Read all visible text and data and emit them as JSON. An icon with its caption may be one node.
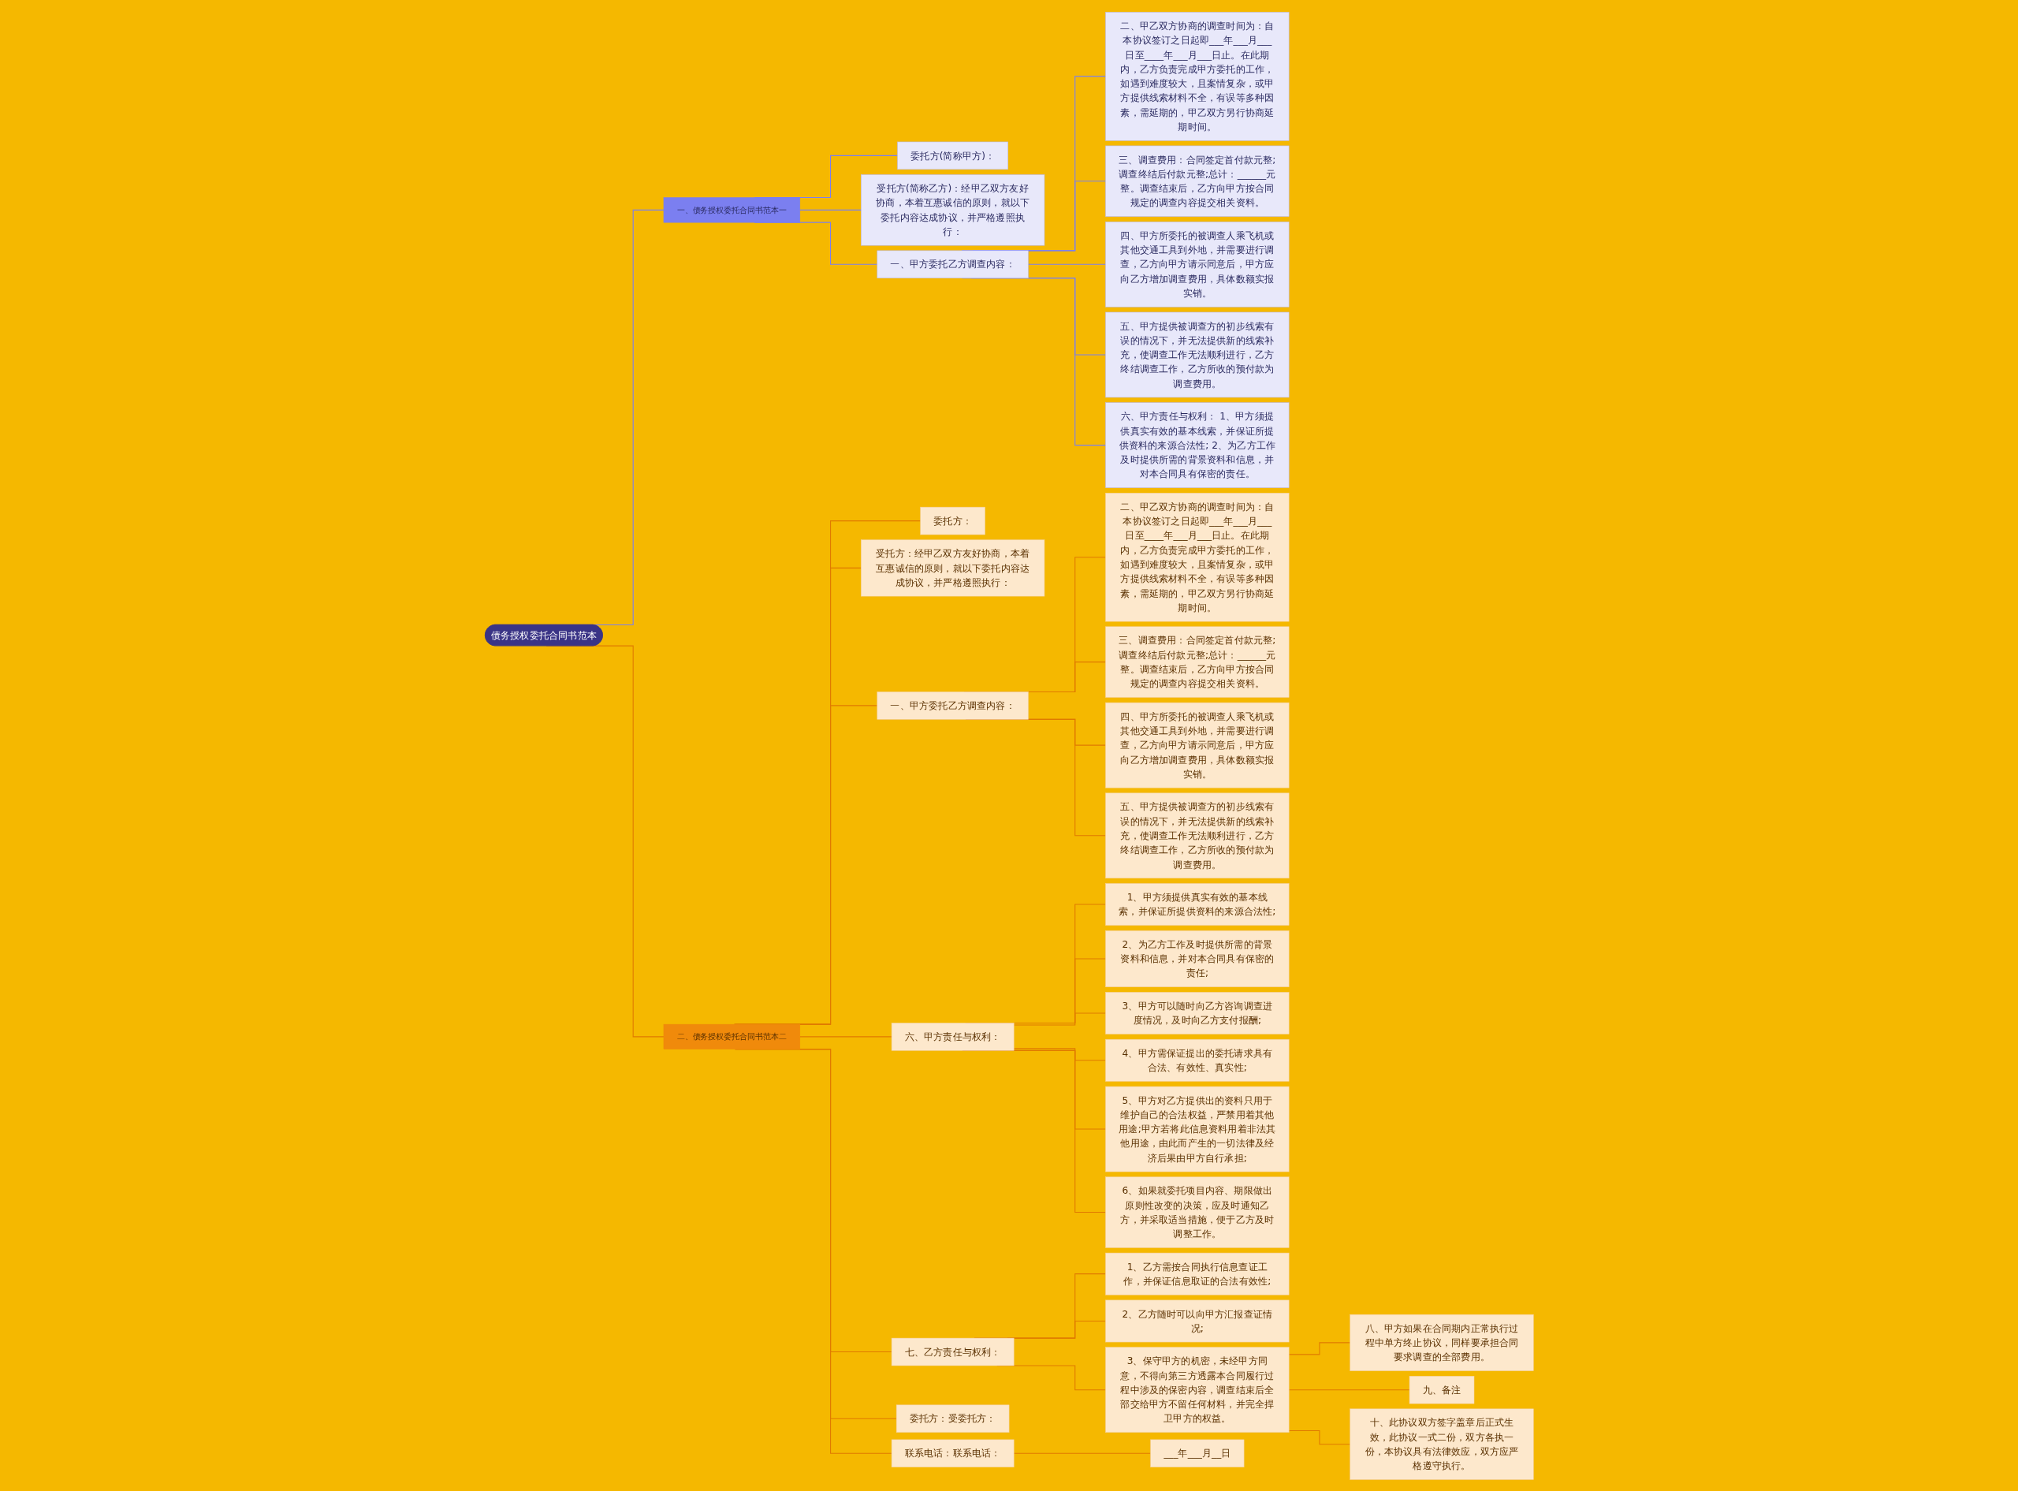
{
  "diagram": {
    "nodes": [
      {
        "text": [
          "债务授权委托合同书范本"
        ]
      },
      {
        "text": [
          "一、债务授权委托合同书范本一"
        ]
      },
      {
        "text": [
          "委托方(简称甲方)："
        ]
      },
      {
        "text": [
          "受托方(简称乙方)：经甲乙双方友好协商，本着互惠诚信的原则，就以下委托内容达成协议，并严格遵照执行："
        ]
      },
      {
        "text": [
          "一、甲方委托乙方调查内容："
        ]
      },
      {
        "text": [
          "二、甲乙双方协商的调查时间为：自本协议签订之日起即___年___月___日至____年___月___日止。在此期内，乙方负责完成甲方委托的工作，如遇到难度较大，且案情复杂，或甲方提供线索材料不全，有误等多种因素，需延期的，甲乙双方另行协商延期时间。"
        ]
      },
      {
        "text": [
          "三、调查费用：合同签定首付款元整;调查终结后付款元整;总计：______元整。调查结束后，乙方向甲方按合同规定的调查内容提交相关资料。"
        ]
      },
      {
        "text": [
          "四、甲方所委托的被调查人乘飞机或其他交通工具到外地，并需要进行调查，乙方向甲方请示同意后，甲方应向乙方增加调查费用，具体数额实报实销。"
        ]
      },
      {
        "text": [
          "五、甲方提供被调查方的初步线索有误的情况下，并无法提供新的线索补充，使调查工作无法顺利进行，乙方终结调查工作，乙方所收的预付款为调查费用。"
        ]
      },
      {
        "text": [
          "六、甲方责任与权利： 1、甲方须提供真实有效的基本线索，并保证所提供资料的来源合法性; 2、为乙方工作及时提供所需的背景资料和信息，并对本合同具有保密的责任。"
        ]
      },
      {
        "text": [
          "二、债务授权委托合同书范本二"
        ]
      },
      {
        "text": [
          "委托方："
        ]
      },
      {
        "text": [
          "受托方：经甲乙双方友好协商，本着互惠诚信的原则，就以下委托内容达成协议，并严格遵照执行："
        ]
      },
      {
        "text": [
          "一、甲方委托乙方调查内容："
        ]
      },
      {
        "text": [
          "二、甲乙双方协商的调查时间为：自本协议签订之日起即___年___月___日至____年___月___日止。在此期内，乙方负责完成甲方委托的工作，如遇到难度较大，且案情复杂，或甲方提供线索材料不全，有误等多种因素，需延期的，甲乙双方另行协商延期时间。"
        ]
      },
      {
        "text": [
          "三、调查费用：合同签定首付款元整;调查终结后付款元整;总计：______元整。调查结束后，乙方向甲方按合同规定的调查内容提交相关资料。"
        ]
      },
      {
        "text": [
          "四、甲方所委托的被调查人乘飞机或其他交通工具到外地，并需要进行调查，乙方向甲方请示同意后，甲方应向乙方增加调查费用，具体数额实报实销。"
        ]
      },
      {
        "text": [
          "五、甲方提供被调查方的初步线索有误的情况下，并无法提供新的线索补充，使调查工作无法顺利进行，乙方终结调查工作，乙方所收的预付款为调查费用。"
        ]
      },
      {
        "text": [
          "六、甲方责任与权利："
        ]
      },
      {
        "text": [
          "1、甲方须提供真实有效的基本线索，并保证所提供资料的来源合法性;"
        ]
      },
      {
        "text": [
          "2、为乙方工作及时提供所需的背景资料和信息，并对本合同具有保密的责任;"
        ]
      },
      {
        "text": [
          "3、甲方可以随时向乙方咨询调查进度情况，及时向乙方支付报酬;"
        ]
      },
      {
        "text": [
          "4、甲方需保证提出的委托请求具有合法、有效性、真实性;"
        ]
      },
      {
        "text": [
          "5、甲方对乙方提供出的资料只用于维护自己的合法权益，严禁用着其他用途;甲方若将此信息资料用着非法其他用途，由此而产生的一切法律及经济后果由甲方自行承担;"
        ]
      },
      {
        "text": [
          "6、如果就委托项目内容、期限做出原则性改变的决策，应及时通知乙方，并采取适当措施，便于乙方及时调整工作。"
        ]
      },
      {
        "text": [
          "七、乙方责任与权利："
        ]
      },
      {
        "text": [
          "1、乙方需按合同执行信息查证工作，并保证信息取证的合法有效性;"
        ]
      },
      {
        "text": [
          "2、乙方随时可以向甲方汇报查证情况;"
        ]
      },
      {
        "text": [
          "3、保守甲方的机密，未经甲方同意，不得向第三方透露本合同履行过程中涉及的保密内容，调查结束后全部交给甲方不留任何材料，并完全捍卫甲方的权益。"
        ]
      },
      {
        "text": [
          "八、甲方如果在合同期内正常执行过程中单方终止协议，同样要承担合同要求调查的全部费用。"
        ]
      },
      {
        "text": [
          "九、备注"
        ]
      },
      {
        "text": [
          "十、此协议双方签字盖章后正式生效，此协议一式二份，双方各执一份，本协议具有法律效应，双方应严格遵守执行。"
        ]
      },
      {
        "text": [
          "委托方：受委托方："
        ]
      },
      {
        "text": [
          "联系电话：联系电话："
        ]
      },
      {
        "text": [
          "___年___月__日"
        ]
      }
    ],
    "edges": [
      {
        "from": 0,
        "to": 1,
        "arrow": "none",
        "color": "#7b7ff0"
      },
      {
        "from": 1,
        "to": 2,
        "arrow": "none",
        "color": "#7b7ff0"
      },
      {
        "from": 1,
        "to": 3,
        "arrow": "none",
        "color": "#7b7ff0"
      },
      {
        "from": 1,
        "to": 4,
        "arrow": "none",
        "color": "#7b7ff0"
      },
      {
        "from": 4,
        "to": 5,
        "arrow": "none",
        "color": "#7b7ff0"
      },
      {
        "from": 4,
        "to": 6,
        "arrow": "none",
        "color": "#7b7ff0"
      },
      {
        "from": 4,
        "to": 7,
        "arrow": "none",
        "color": "#7b7ff0"
      },
      {
        "from": 4,
        "to": 8,
        "arrow": "none",
        "color": "#7b7ff0"
      },
      {
        "from": 4,
        "to": 9,
        "arrow": "none",
        "color": "#7b7ff0"
      },
      {
        "from": 0,
        "to": 10,
        "arrow": "none"
      },
      {
        "from": 10,
        "to": 11,
        "arrow": "none"
      },
      {
        "from": 10,
        "to": 12,
        "arrow": "none"
      },
      {
        "from": 10,
        "to": 13,
        "arrow": "none"
      },
      {
        "from": 13,
        "to": 14,
        "arrow": "none"
      },
      {
        "from": 13,
        "to": 15,
        "arrow": "none"
      },
      {
        "from": 13,
        "to": 16,
        "arrow": "none"
      },
      {
        "from": 13,
        "to": 17,
        "arrow": "none"
      },
      {
        "from": 10,
        "to": 18,
        "arrow": "none"
      },
      {
        "from": 18,
        "to": 19,
        "arrow": "none"
      },
      {
        "from": 18,
        "to": 20,
        "arrow": "none"
      },
      {
        "from": 18,
        "to": 21,
        "arrow": "none"
      },
      {
        "from": 18,
        "to": 22,
        "arrow": "none"
      },
      {
        "from": 18,
        "to": 23,
        "arrow": "none"
      },
      {
        "from": 18,
        "to": 24,
        "arrow": "none"
      },
      {
        "from": 10,
        "to": 25,
        "arrow": "none"
      },
      {
        "from": 25,
        "to": 26,
        "arrow": "none"
      },
      {
        "from": 25,
        "to": 27,
        "arrow": "none"
      },
      {
        "from": 25,
        "to": 28,
        "arrow": "none"
      },
      {
        "from": 28,
        "to": 29,
        "arrow": "none"
      },
      {
        "from": 28,
        "to": 30,
        "arrow": "none"
      },
      {
        "from": 28,
        "to": 31,
        "arrow": "none"
      },
      {
        "from": 10,
        "to": 32,
        "arrow": "none"
      },
      {
        "from": 10,
        "to": 33,
        "arrow": "none"
      },
      {
        "from": 33,
        "to": 34,
        "arrow": "none"
      }
    ]
  }
}
